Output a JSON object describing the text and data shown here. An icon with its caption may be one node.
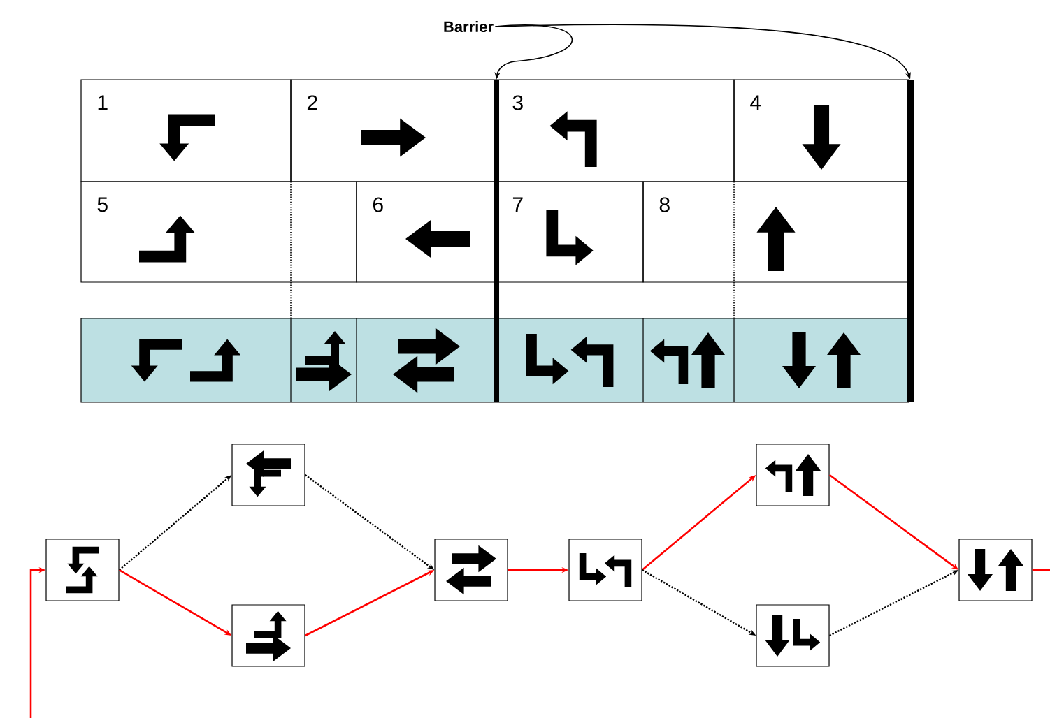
{
  "diagram": {
    "nodes": [
      {
        "text": [
          "Barrier"
        ]
      },
      {
        "text": [],
        "shape": "bar"
      },
      {
        "text": [],
        "shape": "bar"
      },
      {
        "text": [
          "1"
        ]
      },
      {
        "text": [
          "2"
        ]
      },
      {
        "text": [
          "3"
        ]
      },
      {
        "text": [
          "4"
        ]
      },
      {
        "text": [
          "5"
        ]
      },
      {
        "text": [
          "6"
        ]
      },
      {
        "text": [
          "7"
        ]
      },
      {
        "text": [
          "8"
        ]
      },
      {
        "text": [],
        "shape": "box"
      },
      {
        "text": [],
        "shape": "box"
      },
      {
        "text": [],
        "shape": "box"
      },
      {
        "text": [],
        "shape": "box"
      },
      {
        "text": [],
        "shape": "box"
      },
      {
        "text": [],
        "shape": "box"
      },
      {
        "text": [],
        "shape": "box"
      },
      {
        "text": [],
        "shape": "box"
      }
    ],
    "edges": [
      {
        "from": 0,
        "to": 1,
        "arrow": "to",
        "color": "#000000"
      },
      {
        "from": 0,
        "to": 2,
        "arrow": "to",
        "color": "#000000"
      },
      {
        "from": null,
        "to": 11,
        "arrow": "to"
      },
      {
        "from": 11,
        "to": 12,
        "arrow": "to",
        "style": "dashed",
        "color": "#000000"
      },
      {
        "from": 11,
        "to": 13,
        "arrow": "to"
      },
      {
        "from": 12,
        "to": 14,
        "arrow": "to",
        "style": "dashed",
        "color": "#000000"
      },
      {
        "from": 13,
        "to": 14,
        "arrow": "to"
      },
      {
        "from": 14,
        "to": 15,
        "arrow": "to"
      },
      {
        "from": 15,
        "to": 16,
        "arrow": "to"
      },
      {
        "from": 15,
        "to": 17,
        "arrow": "to",
        "style": "dashed",
        "color": "#000000"
      },
      {
        "from": 16,
        "to": 18,
        "arrow": "to"
      },
      {
        "from": 17,
        "to": 18,
        "arrow": "to",
        "style": "dashed",
        "color": "#000000"
      },
      {
        "from": 18,
        "to": null,
        "arrow": "none"
      }
    ]
  }
}
